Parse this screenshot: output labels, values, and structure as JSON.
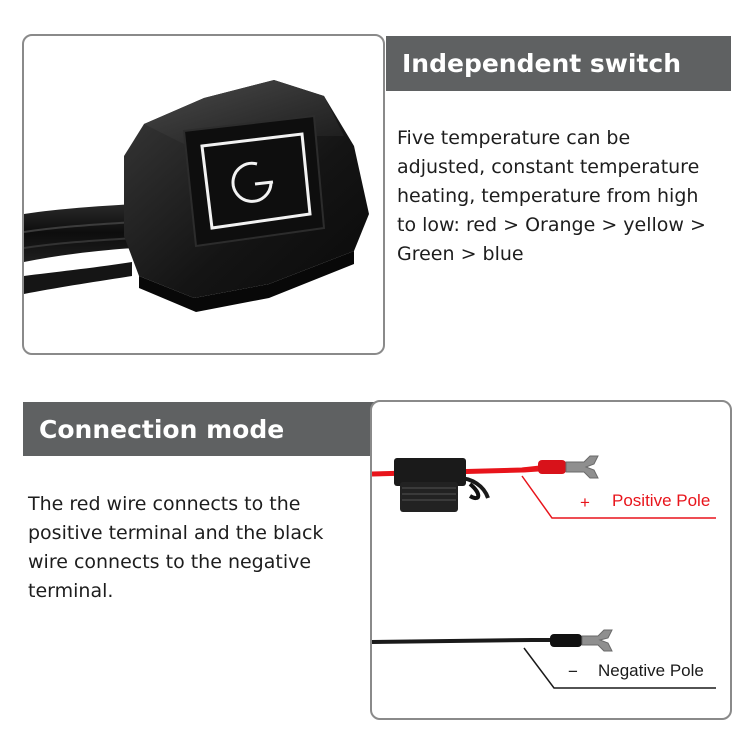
{
  "switch_section": {
    "title": "Independent switch",
    "description_lines": [
      "Five temperature can be",
      "adjusted, constant temperature",
      "heating, temperature from high",
      "to low: red > Orange > yellow >",
      "Green > blue"
    ],
    "icon": "power-icon"
  },
  "connection_section": {
    "title": "Connection mode",
    "description_lines": [
      "The red wire connects to the",
      "positive terminal and the black",
      "wire connects to the negative",
      "terminal."
    ],
    "positive_symbol": "+",
    "positive_label": "Positive Pole",
    "negative_symbol": "−",
    "negative_label": "Negative Pole"
  },
  "colors": {
    "title_bar": "#5f6162",
    "frame_border": "#8a8a8a",
    "positive": "#e8141b",
    "negative": "#1a1a1a"
  }
}
